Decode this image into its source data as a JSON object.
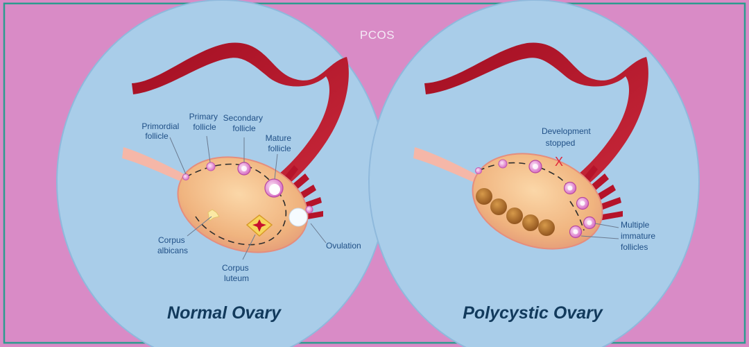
{
  "header": {
    "title": "PCOS"
  },
  "normal": {
    "title": "Normal Ovary",
    "labels": {
      "primordial_1": "Primordial",
      "primordial_2": "follicle",
      "primary_1": "Primary",
      "primary_2": "follicle",
      "secondary_1": "Secondary",
      "secondary_2": "follicle",
      "mature_1": "Mature",
      "mature_2": "follicle",
      "ovulation": "Ovulation",
      "albicans_1": "Corpus",
      "albicans_2": "albicans",
      "luteum_1": "Corpus",
      "luteum_2": "luteum"
    }
  },
  "polycystic": {
    "title": "Polycystic Ovary",
    "labels": {
      "development_1": "Development",
      "development_2": "stopped",
      "x_mark": "X",
      "multiple_1": "Multiple",
      "multiple_2": "immature",
      "multiple_3": "follicles"
    }
  },
  "colors": {
    "background": "#d98bc6",
    "frame": "#2c9b8f",
    "circle": "#a9cde9",
    "ovary": "#f2b983",
    "tube": "#b5132a"
  }
}
